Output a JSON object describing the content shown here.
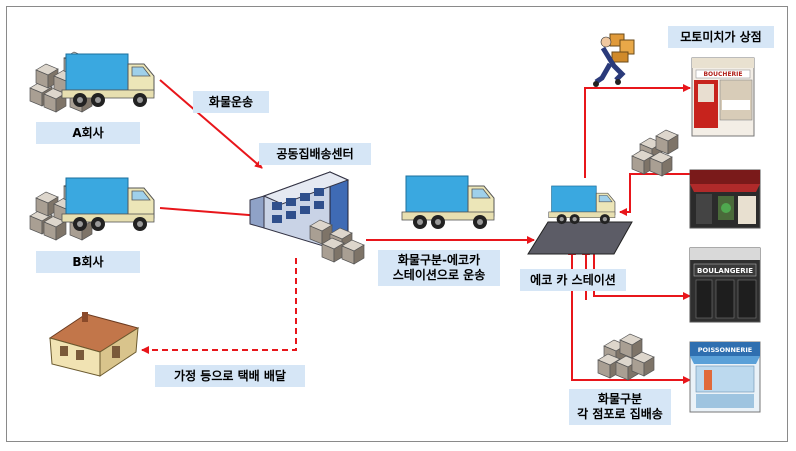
{
  "labels": {
    "company_a": "A회사",
    "company_b": "B회사",
    "cargo_transport": "화물운송",
    "joint_center": "공동집배송센터",
    "sort_eco_line1": "화물구분-에코카",
    "sort_eco_line2": "스테이션으로 운송",
    "eco_station": "에코 카 스테이션",
    "motorbike_store": "모토미치가 상점",
    "home_delivery": "가정 등으로 택배 배달",
    "sort_each_line1": "화물구분",
    "sort_each_line2": "각 점포로 집배송"
  },
  "shop_signs": {
    "butcher": "BOUCHERIE",
    "bakery": "BOULANGERIE",
    "fish": "POISSONNERIE"
  },
  "colors": {
    "arrow": "#e8161b",
    "label_bg": "#d6e6f6",
    "truck_cargo": "#3aa8e0",
    "building_blue": "#3f6bb5"
  }
}
